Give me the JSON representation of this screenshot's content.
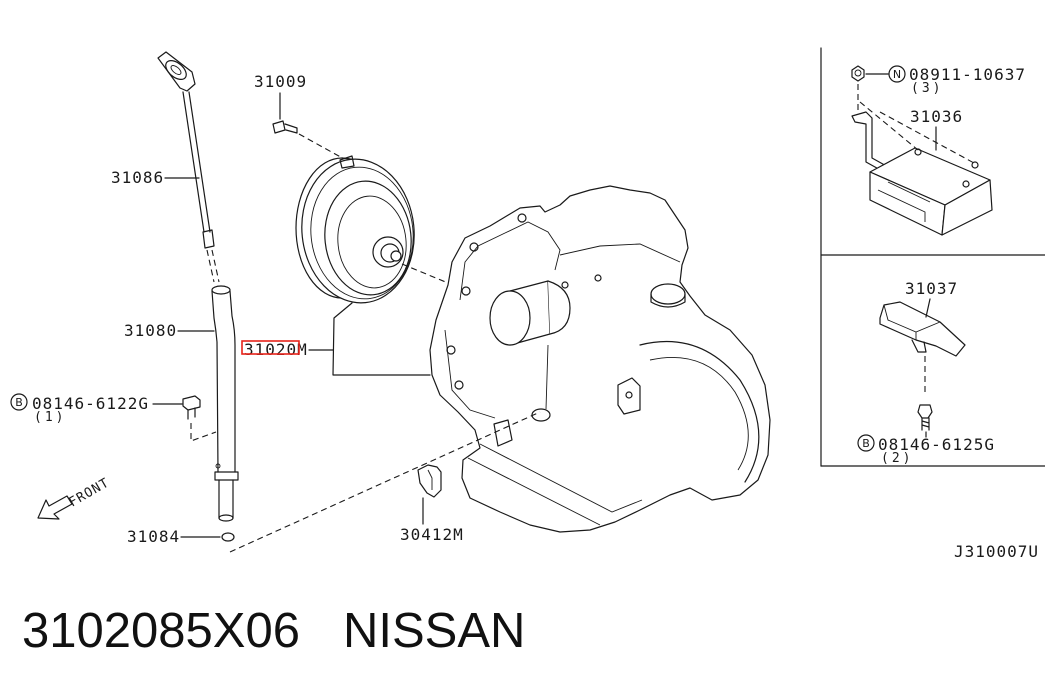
{
  "callouts": {
    "p31009": "31009",
    "p31086": "31086",
    "p31080": "31080",
    "p31020m": "31020M",
    "p31084": "31084",
    "p30412m": "30412M",
    "p31036": "31036",
    "p31037": "31037"
  },
  "fasteners": {
    "bolt_a": {
      "symbol": "B",
      "number": "08146-6122G",
      "qty": "(1)"
    },
    "nut": {
      "symbol": "N",
      "number": "08911-10637",
      "qty": "(3)"
    },
    "bolt_b": {
      "symbol": "B",
      "number": "08146-6125G",
      "qty": "(2)"
    }
  },
  "direction_label": "FRONT",
  "diagram_code": "J310007U",
  "caption": {
    "part_number": "3102085X06",
    "brand": "NISSAN"
  },
  "colors": {
    "highlight": "#e8231a",
    "ink": "#1a1a1a"
  },
  "icons": {
    "direction": "front-arrow-icon"
  }
}
